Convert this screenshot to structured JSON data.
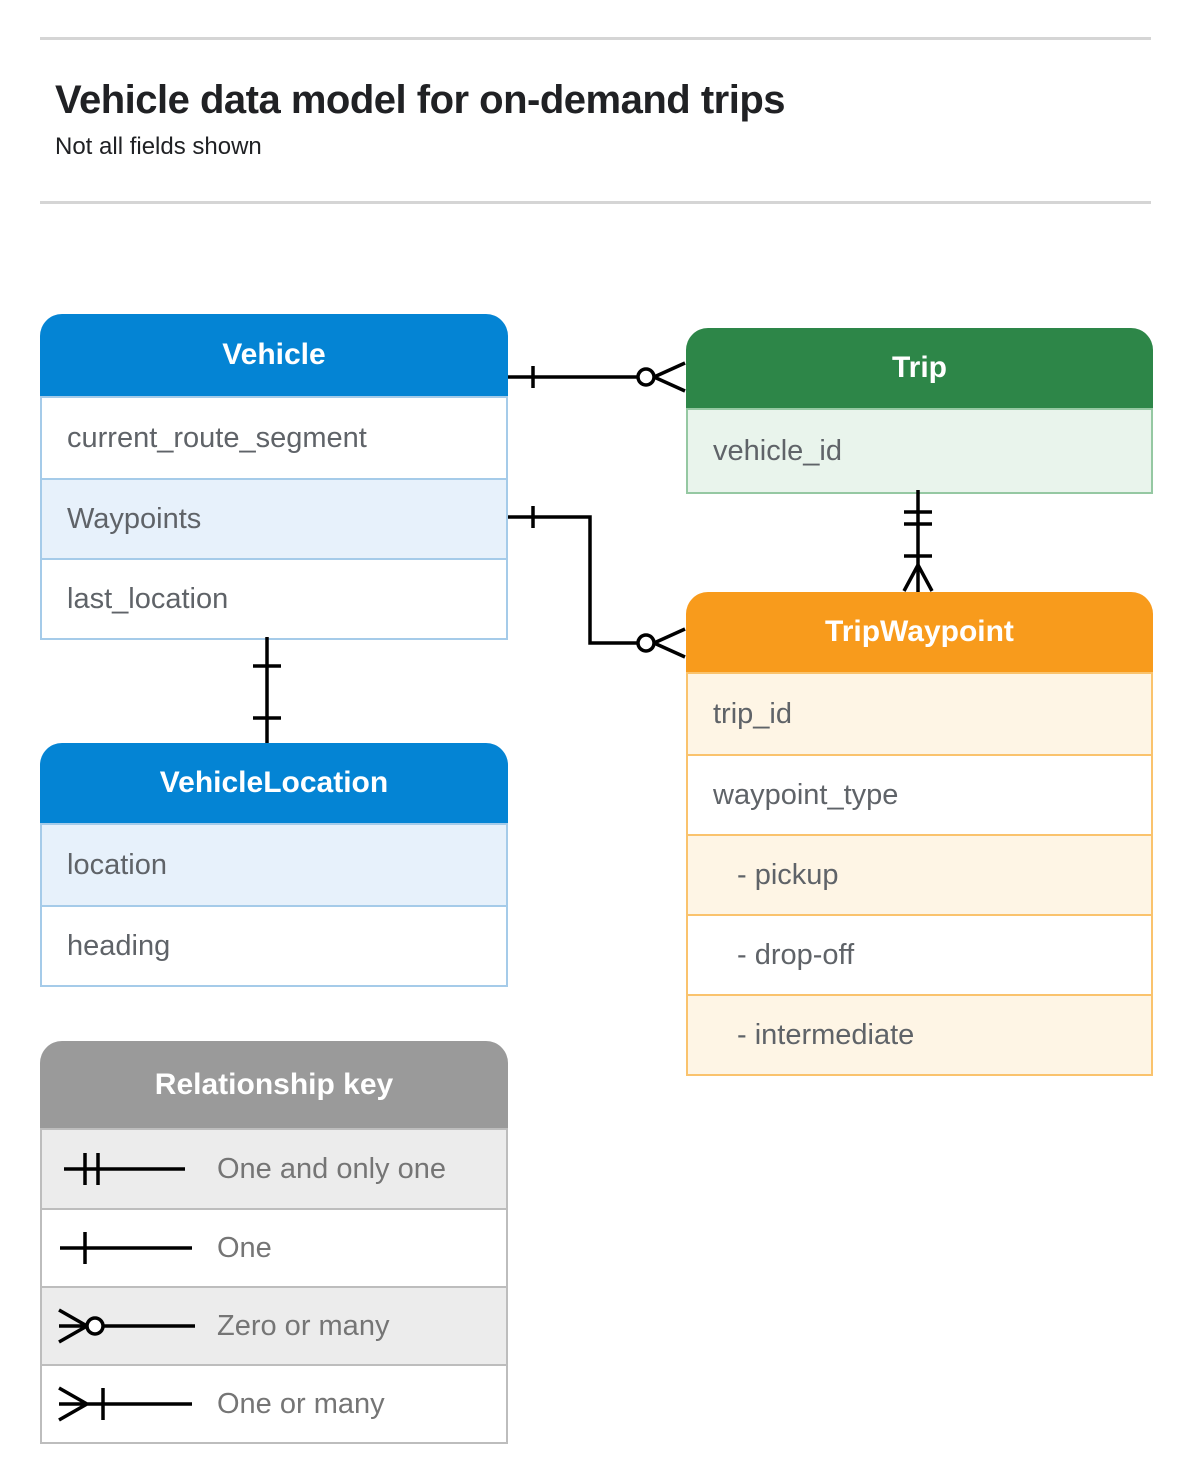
{
  "page": {
    "title": "Vehicle data model for on-demand trips",
    "subtitle": "Not all fields shown"
  },
  "entities": {
    "vehicle": {
      "title": "Vehicle",
      "fields": [
        "current_route_segment",
        "Waypoints",
        "last_location"
      ]
    },
    "trip": {
      "title": "Trip",
      "fields": [
        "vehicle_id"
      ]
    },
    "trip_waypoint": {
      "title": "TripWaypoint",
      "fields": [
        "trip_id",
        "waypoint_type",
        "- pickup",
        "- drop-off",
        "- intermediate"
      ]
    },
    "vehicle_location": {
      "title": "VehicleLocation",
      "fields": [
        "location",
        "heading"
      ]
    }
  },
  "legend": {
    "title": "Relationship key",
    "items": [
      {
        "symbol": "one-and-only-one-icon",
        "label": "One and only one"
      },
      {
        "symbol": "one-icon",
        "label": "One"
      },
      {
        "symbol": "zero-or-many-icon",
        "label": "Zero or many"
      },
      {
        "symbol": "one-or-many-icon",
        "label": "One or many"
      }
    ]
  },
  "relationships": [
    {
      "from": "Vehicle",
      "from_cardinality": "One",
      "to": "Trip",
      "to_cardinality": "Zero or many"
    },
    {
      "from": "Vehicle.Waypoints",
      "from_cardinality": "One",
      "to": "TripWaypoint",
      "to_cardinality": "Zero or many"
    },
    {
      "from": "Trip",
      "from_cardinality": "One and only one",
      "to": "TripWaypoint",
      "to_cardinality": "One or many"
    },
    {
      "from": "Vehicle",
      "from_cardinality": "One",
      "to": "VehicleLocation",
      "to_cardinality": "One"
    }
  ],
  "colors": {
    "blue_header": "#0484d4",
    "blue_row_tint": "#e7f1fb",
    "green_header": "#2d8648",
    "green_row_tint": "#e9f4ec",
    "orange_header": "#f89b1c",
    "orange_row_tint": "#fef5e5",
    "gray_header": "#9a9a9a",
    "gray_row_tint": "#ececec",
    "field_text": "#5f6368",
    "connector": "#000000"
  }
}
